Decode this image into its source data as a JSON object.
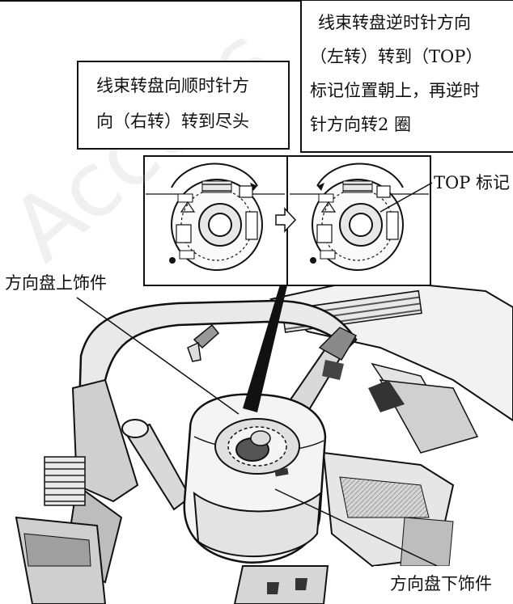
{
  "callouts": {
    "right_box": {
      "lines": [
        "线束转盘逆时针方向",
        "（左转）转到（TOP）",
        "标记位置朝上，再逆时",
        "针方向转2 圈"
      ]
    },
    "left_box": {
      "lines": [
        "线束转盘向顺时针方",
        "向（右转）转到尽头"
      ]
    }
  },
  "labels": {
    "top_mark": "TOP 标记",
    "upper_trim": "方向盘上饰件",
    "lower_trim": "方向盘下饰件"
  },
  "watermark": "Access",
  "colors": {
    "line": "#111111",
    "panel": "#ffffff",
    "trim": "#c9c9c9",
    "shadow": "#6b6b6b"
  }
}
